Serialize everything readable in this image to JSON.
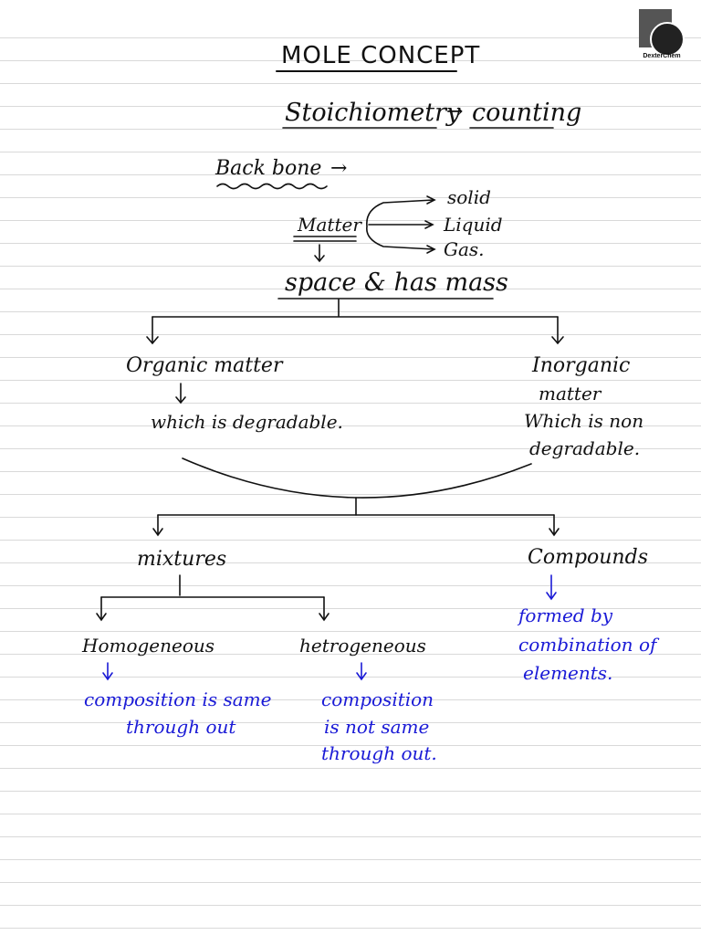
{
  "brand": {
    "name": "DexterChem"
  },
  "title": "MOLE CONCEPT",
  "stoichiometry": {
    "term": "Stoichiometry",
    "arrow": "→",
    "meaning": "counting"
  },
  "backbone": {
    "label": "Back bone",
    "arrow": "→"
  },
  "matter": {
    "label": "Matter",
    "states": [
      "solid",
      "Liquid",
      "Gas."
    ],
    "definition": "space & has mass"
  },
  "organic": {
    "label": "Organic matter",
    "desc": "which is degradable."
  },
  "inorganic": {
    "label_1": "Inorganic",
    "label_2": "matter",
    "desc_1": "Which is non",
    "desc_2": "degradable."
  },
  "mixtures": {
    "label": "mixtures"
  },
  "compounds": {
    "label": "Compounds",
    "desc_1": "formed by",
    "desc_2": "combination",
    "desc_2b": "of",
    "desc_3": "elements."
  },
  "homogeneous": {
    "label": "Homogeneous",
    "desc_1": "composition is same",
    "desc_2": "through out"
  },
  "heterogeneous": {
    "label": "hetrogeneous",
    "desc_1": "composition",
    "desc_2": "is not same",
    "desc_3": "through out."
  },
  "colors": {
    "ink": "#111111",
    "blue_ink": "#1a1ad6",
    "rule_line": "#d9d9d9"
  }
}
